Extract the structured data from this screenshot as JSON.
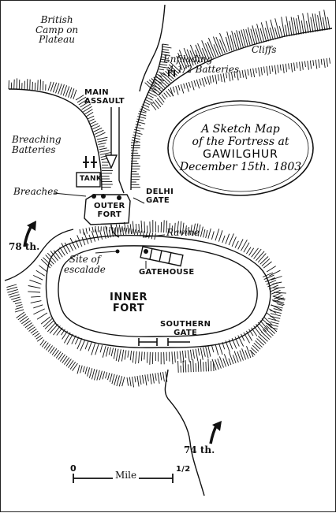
{
  "map": {
    "title": {
      "line1": "A Sketch Map",
      "line2": "of the Fortress at",
      "line3": "GAWILGHUR",
      "line4": "December 15th. 1803"
    },
    "labels": {
      "british_camp": "British",
      "british_camp2": "Camp on",
      "british_camp3": "Plateau",
      "enfilading": "Enfilading",
      "enfilading2": "4 1/2 Batteries",
      "cliffs": "Cliffs",
      "main_assault": "MAIN",
      "main_assault2": "ASSAULT",
      "breaching": "Breaching",
      "breaching2": "Batteries",
      "tank": "TANK",
      "breaches": "Breaches",
      "outer_fort": "OUTER",
      "outer_fort2": "FORT",
      "delhi_gate": "DELHI",
      "delhi_gate2": "GATE",
      "ravine": "Ravine",
      "regiment_78": "78 th.",
      "site_of_escalade": "Site of",
      "site_of_escalade2": "escalade",
      "gatehouse": "GATEHOUSE",
      "inner_fort": "INNER",
      "inner_fort2": "FORT",
      "southern_gate": "SOUTHERN",
      "southern_gate2": "GATE",
      "regiment_74": "74 th."
    },
    "scale": {
      "start": "0",
      "unit": "Mile",
      "end": "1/2"
    },
    "colors": {
      "ink": "#111111",
      "paper": "#ffffff"
    }
  }
}
